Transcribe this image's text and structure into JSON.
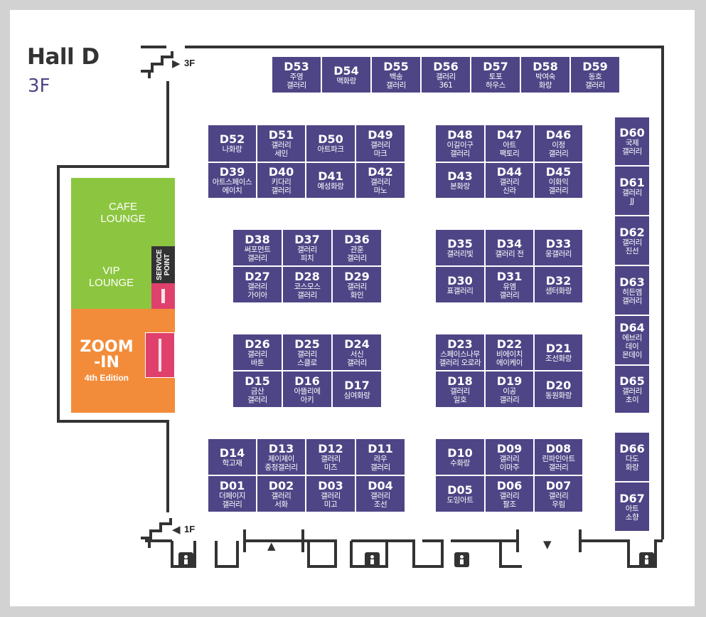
{
  "hall": {
    "title": "Hall D",
    "floor": "3F"
  },
  "floors": {
    "up": "3F",
    "down": "1F"
  },
  "areas": {
    "cafe": "CAFE\nLOUNGE",
    "vip": "VIP\nLOUNGE",
    "service": "SERVICE\nPOINT",
    "zoom_logo": "ZOOM\n-IN",
    "zoom_edition": "4th Edition"
  },
  "booths": [
    {
      "code": "D53",
      "name": "주영\n갤러리"
    },
    {
      "code": "D54",
      "name": "맥화랑"
    },
    {
      "code": "D55",
      "name": "백송\n갤러리"
    },
    {
      "code": "D56",
      "name": "갤러리\n361"
    },
    {
      "code": "D57",
      "name": "토포\n하우스"
    },
    {
      "code": "D58",
      "name": "박여숙\n화랑"
    },
    {
      "code": "D59",
      "name": "동호\n갤러리"
    },
    {
      "code": "D52",
      "name": "나화랑"
    },
    {
      "code": "D51",
      "name": "갤러리\n세인"
    },
    {
      "code": "D50",
      "name": "아트파크"
    },
    {
      "code": "D49",
      "name": "갤러리\n마크"
    },
    {
      "code": "D39",
      "name": "아트스페이스\n에이치"
    },
    {
      "code": "D40",
      "name": "키다리\n갤러리"
    },
    {
      "code": "D41",
      "name": "예성화랑"
    },
    {
      "code": "D42",
      "name": "갤러리\n마노"
    },
    {
      "code": "D48",
      "name": "이길이구\n갤러리"
    },
    {
      "code": "D47",
      "name": "아트\n팩토리"
    },
    {
      "code": "D46",
      "name": "이정\n갤러리"
    },
    {
      "code": "D43",
      "name": "본화랑"
    },
    {
      "code": "D44",
      "name": "갤러리\n신라"
    },
    {
      "code": "D45",
      "name": "이화익\n갤러리"
    },
    {
      "code": "D38",
      "name": "써포먼트\n갤러리"
    },
    {
      "code": "D37",
      "name": "갤러리\n피치"
    },
    {
      "code": "D36",
      "name": "관훈\n갤러리"
    },
    {
      "code": "D27",
      "name": "갤러리\n가이아"
    },
    {
      "code": "D28",
      "name": "코스모스\n갤러리"
    },
    {
      "code": "D29",
      "name": "갤러리\n화인"
    },
    {
      "code": "D35",
      "name": "갤러리빛"
    },
    {
      "code": "D34",
      "name": "갤러리 전"
    },
    {
      "code": "D33",
      "name": "웅갤러리"
    },
    {
      "code": "D30",
      "name": "표갤러리"
    },
    {
      "code": "D31",
      "name": "유엠\n갤러리"
    },
    {
      "code": "D32",
      "name": "샘터화랑"
    },
    {
      "code": "D26",
      "name": "갤러리\n바톤"
    },
    {
      "code": "D25",
      "name": "갤러리\n스클로"
    },
    {
      "code": "D24",
      "name": "서신\n갤러리"
    },
    {
      "code": "D15",
      "name": "금산\n갤러리"
    },
    {
      "code": "D16",
      "name": "아뜰리에\n아키"
    },
    {
      "code": "D17",
      "name": "심여화랑"
    },
    {
      "code": "D23",
      "name": "스페이스나무\n갤러리 오로라"
    },
    {
      "code": "D22",
      "name": "비에이치\n에이케이"
    },
    {
      "code": "D21",
      "name": "조선화랑"
    },
    {
      "code": "D18",
      "name": "갤러리\n일호"
    },
    {
      "code": "D19",
      "name": "이공\n갤러리"
    },
    {
      "code": "D20",
      "name": "동원화랑"
    },
    {
      "code": "D14",
      "name": "학고재"
    },
    {
      "code": "D13",
      "name": "제이제이\n중정갤러리"
    },
    {
      "code": "D12",
      "name": "갤러리\n미즈"
    },
    {
      "code": "D11",
      "name": "라우\n갤러리"
    },
    {
      "code": "D01",
      "name": "더페이지\n갤러리"
    },
    {
      "code": "D02",
      "name": "갤러리\n서화"
    },
    {
      "code": "D03",
      "name": "갤러리\n미고"
    },
    {
      "code": "D04",
      "name": "갤러리\n조선"
    },
    {
      "code": "D10",
      "name": "수화랑"
    },
    {
      "code": "D09",
      "name": "갤러리\n이마주"
    },
    {
      "code": "D08",
      "name": "린파인아트\n갤러리"
    },
    {
      "code": "D05",
      "name": "도잉아트"
    },
    {
      "code": "D06",
      "name": "갤러리\n팔조"
    },
    {
      "code": "D07",
      "name": "갤러리\n우림"
    },
    {
      "code": "D60",
      "name": "국제\n갤러리"
    },
    {
      "code": "D61",
      "name": "갤러리\nJJ"
    },
    {
      "code": "D62",
      "name": "갤러리\n진선"
    },
    {
      "code": "D63",
      "name": "히든엠\n갤러리"
    },
    {
      "code": "D64",
      "name": "에브리\n데이\n몬데이"
    },
    {
      "code": "D65",
      "name": "갤러리\n초이"
    },
    {
      "code": "D66",
      "name": "다도\n화랑"
    },
    {
      "code": "D67",
      "name": "아트\n소향"
    }
  ]
}
